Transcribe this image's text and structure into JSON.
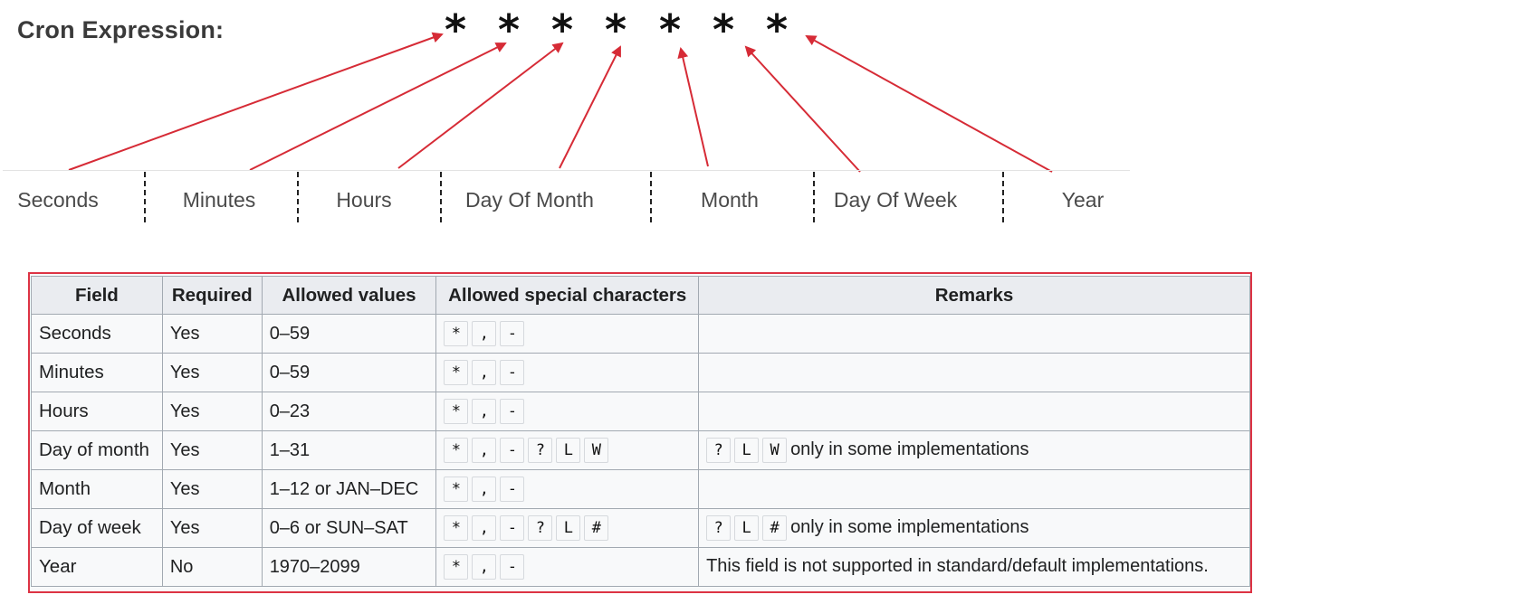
{
  "title": "Cron Expression:",
  "star_symbol": "*",
  "field_labels": [
    "Seconds",
    "Minutes",
    "Hours",
    "Day Of Month",
    "Month",
    "Day Of Week",
    "Year"
  ],
  "colors": {
    "arrow": "#d62b36",
    "table_border": "#dd3344",
    "header_bg": "#eaecf0"
  },
  "table": {
    "headers": [
      "Field",
      "Required",
      "Allowed values",
      "Allowed special characters",
      "Remarks"
    ],
    "rows": [
      {
        "field": "Seconds",
        "required": "Yes",
        "allowed": "0–59",
        "specials": [
          "*",
          ",",
          "-"
        ],
        "remark_chars": [],
        "remark_text": ""
      },
      {
        "field": "Minutes",
        "required": "Yes",
        "allowed": "0–59",
        "specials": [
          "*",
          ",",
          "-"
        ],
        "remark_chars": [],
        "remark_text": ""
      },
      {
        "field": "Hours",
        "required": "Yes",
        "allowed": "0–23",
        "specials": [
          "*",
          ",",
          "-"
        ],
        "remark_chars": [],
        "remark_text": ""
      },
      {
        "field": "Day of month",
        "required": "Yes",
        "allowed": "1–31",
        "specials": [
          "*",
          ",",
          "-",
          "?",
          "L",
          "W"
        ],
        "remark_chars": [
          "?",
          "L",
          "W"
        ],
        "remark_text": "only in some implementations"
      },
      {
        "field": "Month",
        "required": "Yes",
        "allowed": "1–12 or JAN–DEC",
        "specials": [
          "*",
          ",",
          "-"
        ],
        "remark_chars": [],
        "remark_text": ""
      },
      {
        "field": "Day of week",
        "required": "Yes",
        "allowed": "0–6 or SUN–SAT",
        "specials": [
          "*",
          ",",
          "-",
          "?",
          "L",
          "#"
        ],
        "remark_chars": [
          "?",
          "L",
          "#"
        ],
        "remark_text": "only in some implementations"
      },
      {
        "field": "Year",
        "required": "No",
        "allowed": "1970–2099",
        "specials": [
          "*",
          ",",
          "-"
        ],
        "remark_chars": [],
        "remark_text": "This field is not supported in standard/default implementations."
      }
    ]
  }
}
